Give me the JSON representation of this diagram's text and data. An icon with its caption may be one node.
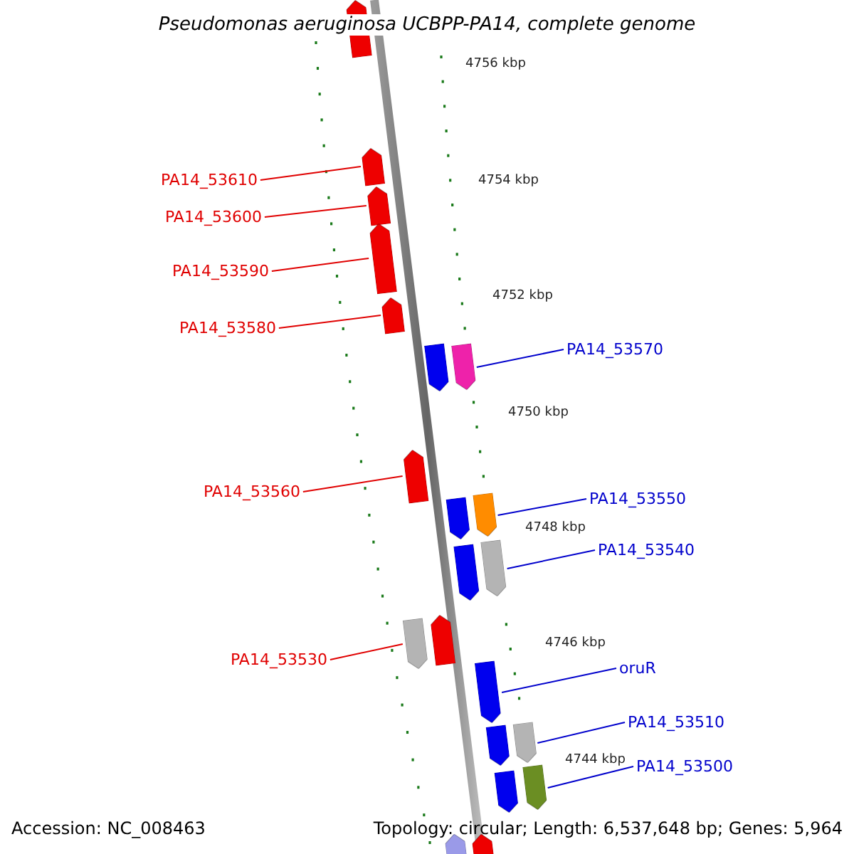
{
  "diagram": {
    "title": "Pseudomonas aeruginosa UCBPP-PA14, complete genome",
    "nodes": [
      {
        "text": [],
        "shape": "arrow"
      },
      {
        "text": [
          "PA14_53610"
        ]
      },
      {
        "text": [],
        "shape": "arrow"
      },
      {
        "text": [
          "PA14_53600"
        ]
      },
      {
        "text": [],
        "shape": "arrow"
      },
      {
        "text": [
          "PA14_53590"
        ]
      },
      {
        "text": [],
        "shape": "arrow"
      },
      {
        "text": [
          "PA14_53580"
        ]
      },
      {
        "text": [],
        "shape": "arrow"
      },
      {
        "text": [],
        "shape": "arrow"
      },
      {
        "text": [],
        "shape": "arrow"
      },
      {
        "text": [
          "PA14_53570"
        ]
      },
      {
        "text": [
          "PA14_53560"
        ]
      },
      {
        "text": [],
        "shape": "arrow"
      },
      {
        "text": [],
        "shape": "arrow"
      },
      {
        "text": [],
        "shape": "arrow"
      },
      {
        "text": [
          "PA14_53550"
        ]
      },
      {
        "text": [],
        "shape": "arrow"
      },
      {
        "text": [],
        "shape": "arrow"
      },
      {
        "text": [
          "PA14_53540"
        ]
      },
      {
        "text": [],
        "shape": "arrow"
      },
      {
        "text": [],
        "shape": "arrow"
      },
      {
        "text": [
          "PA14_53530"
        ]
      },
      {
        "text": [],
        "shape": "arrow"
      },
      {
        "text": [
          "oruR"
        ]
      },
      {
        "text": [],
        "shape": "arrow"
      },
      {
        "text": [],
        "shape": "arrow"
      },
      {
        "text": [
          "PA14_53510"
        ]
      },
      {
        "text": [],
        "shape": "arrow"
      },
      {
        "text": [],
        "shape": "arrow"
      },
      {
        "text": [
          "PA14_53500"
        ]
      },
      {
        "text": [],
        "shape": "arrow"
      },
      {
        "text": [],
        "shape": "arrow"
      }
    ],
    "edges": [
      {
        "from": 1,
        "to": 2,
        "arrow": "none"
      },
      {
        "from": 3,
        "to": 4,
        "arrow": "none"
      },
      {
        "from": 5,
        "to": 6,
        "arrow": "none"
      },
      {
        "from": 7,
        "to": 8,
        "arrow": "none"
      },
      {
        "from": 11,
        "to": 10,
        "arrow": "none",
        "color": "#0000cc"
      },
      {
        "from": 12,
        "to": 13,
        "arrow": "none"
      },
      {
        "from": 16,
        "to": 15,
        "arrow": "none",
        "color": "#0000cc"
      },
      {
        "from": 19,
        "to": 18,
        "arrow": "none",
        "color": "#0000cc"
      },
      {
        "from": 22,
        "to": 20,
        "arrow": "none"
      },
      {
        "from": 24,
        "to": 23,
        "arrow": "none",
        "color": "#0000cc"
      },
      {
        "from": 27,
        "to": 26,
        "arrow": "none",
        "color": "#0000cc"
      },
      {
        "from": 30,
        "to": 29,
        "arrow": "none",
        "color": "#0000cc"
      }
    ],
    "labels": [
      "4756 kbp",
      "4754 kbp",
      "4752 kbp",
      "4750 kbp",
      "4748 kbp",
      "4746 kbp",
      "4744 kbp",
      "Accession: NC_008463",
      "Topology: circular; Length: 6,537,648 bp; Genes: 5,964"
    ]
  }
}
